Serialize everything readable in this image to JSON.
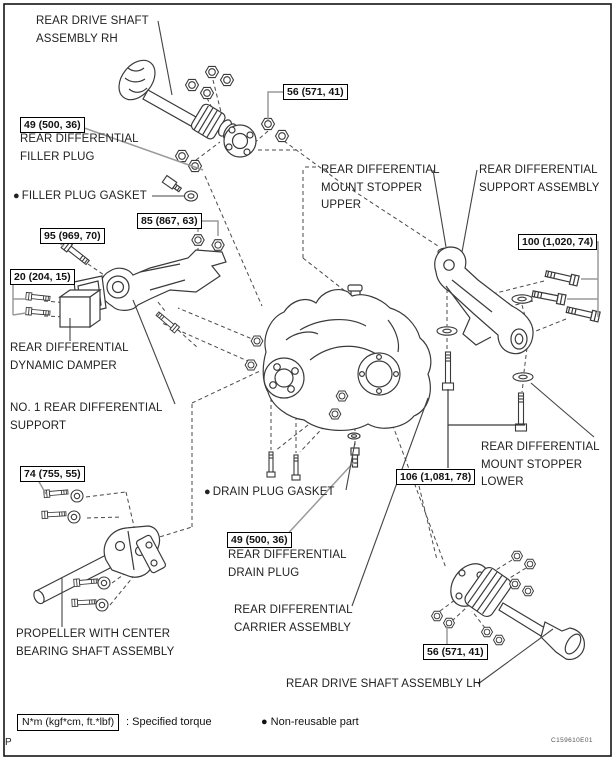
{
  "figure": {
    "code": "C159610E01",
    "page_marker": "P"
  },
  "legend": {
    "bullet": "●",
    "torque_unit_box": "N*m (kgf*cm, ft.*lbf)",
    "torque_meaning": ": Specified torque",
    "non_reusable": "Non-reusable part"
  },
  "torque_specs": {
    "drive_shaft_nut_rh": "56 (571, 41)",
    "filler_plug": "49 (500, 36)",
    "support_front_bolt": "95 (969, 70)",
    "support_front_nut": "85 (867, 63)",
    "dynamic_damper_bolt": "20 (204, 15)",
    "support_assembly_bolt": "100 (1,020, 74)",
    "propeller_bolt": "74 (755, 55)",
    "mount_stopper_bolt": "106 (1,081, 78)",
    "drain_plug": "49 (500, 36)",
    "drive_shaft_nut_lh": "56 (571, 41)"
  },
  "part_labels": {
    "drive_shaft_rh": "REAR DRIVE SHAFT\nASSEMBLY RH",
    "filler_plug": "REAR DIFFERENTIAL\nFILLER PLUG",
    "filler_plug_gasket": "FILLER PLUG GASKET",
    "mount_stopper_upper": "REAR DIFFERENTIAL\nMOUNT STOPPER\nUPPER",
    "support_assembly": "REAR DIFFERENTIAL\nSUPPORT ASSEMBLY",
    "dynamic_damper": "REAR DIFFERENTIAL\nDYNAMIC DAMPER",
    "no1_support": "NO. 1 REAR DIFFERENTIAL\nSUPPORT",
    "drain_plug_gasket": "DRAIN PLUG GASKET",
    "mount_stopper_lower": "REAR DIFFERENTIAL\nMOUNT STOPPER\nLOWER",
    "drain_plug": "REAR DIFFERENTIAL\nDRAIN PLUG",
    "carrier_assembly": "REAR DIFFERENTIAL\nCARRIER ASSEMBLY",
    "propeller_shaft": "PROPELLER WITH CENTER\nBEARING SHAFT ASSEMBLY",
    "drive_shaft_lh": "REAR DRIVE SHAFT ASSEMBLY LH"
  }
}
